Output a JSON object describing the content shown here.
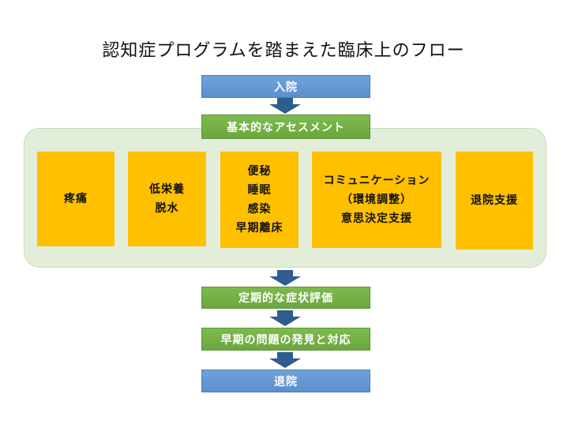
{
  "title": "認知症プログラムを踏まえた臨床上のフロー",
  "flow": {
    "admission": "入院",
    "basic_assessment": "基本的なアセスメント",
    "assessment_items": [
      {
        "lines": [
          "疼痛"
        ]
      },
      {
        "lines": [
          "低栄養",
          "脱水"
        ]
      },
      {
        "lines": [
          "便秘",
          "睡眠",
          "感染",
          "早期離床"
        ]
      },
      {
        "lines": [
          "コミュニケーション",
          "（環境調整）",
          "意思決定支援"
        ]
      },
      {
        "lines": [
          "退院支援"
        ]
      }
    ],
    "periodic_evaluation": "定期的な症状評価",
    "early_detection": "早期の問題の発見と対応",
    "discharge": "退院"
  },
  "colors": {
    "blue_bar": "#5b8fcf",
    "green_bar": "#6aa83f",
    "panel_bg": "#e2eed9",
    "item_box": "#ffc000",
    "arrow": "#2f5d8e"
  }
}
